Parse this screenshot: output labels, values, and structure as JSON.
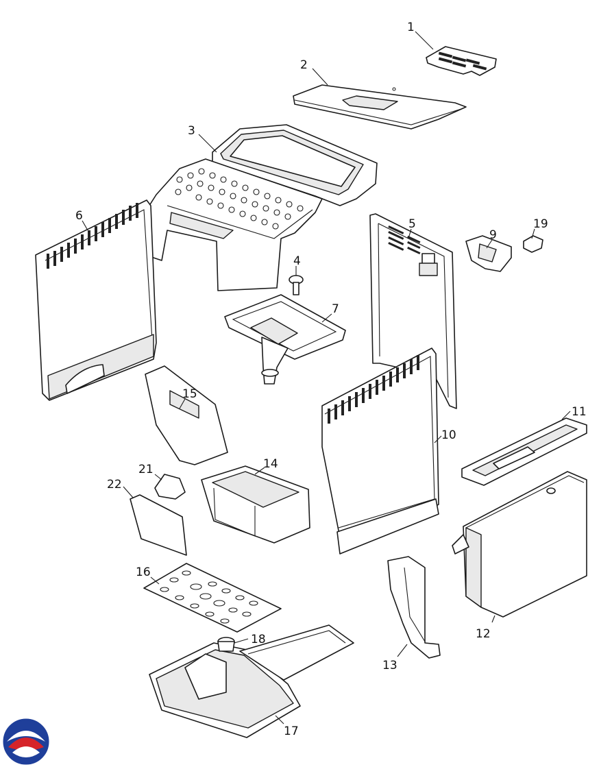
{
  "callouts": [
    "1",
    "2",
    "3",
    "4",
    "5",
    "6",
    "7",
    "9",
    "10",
    "11",
    "12",
    "13",
    "14",
    "15",
    "16",
    "17",
    "18",
    "19",
    "21",
    "22"
  ],
  "colors": {
    "line": "#1a1a1a",
    "fill": "#ffffff",
    "shade": "#e9e9e9",
    "logo_blue": "#1f3f9a",
    "logo_red": "#d6242a"
  },
  "logo": {
    "icon": "brand-swirl-icon"
  }
}
